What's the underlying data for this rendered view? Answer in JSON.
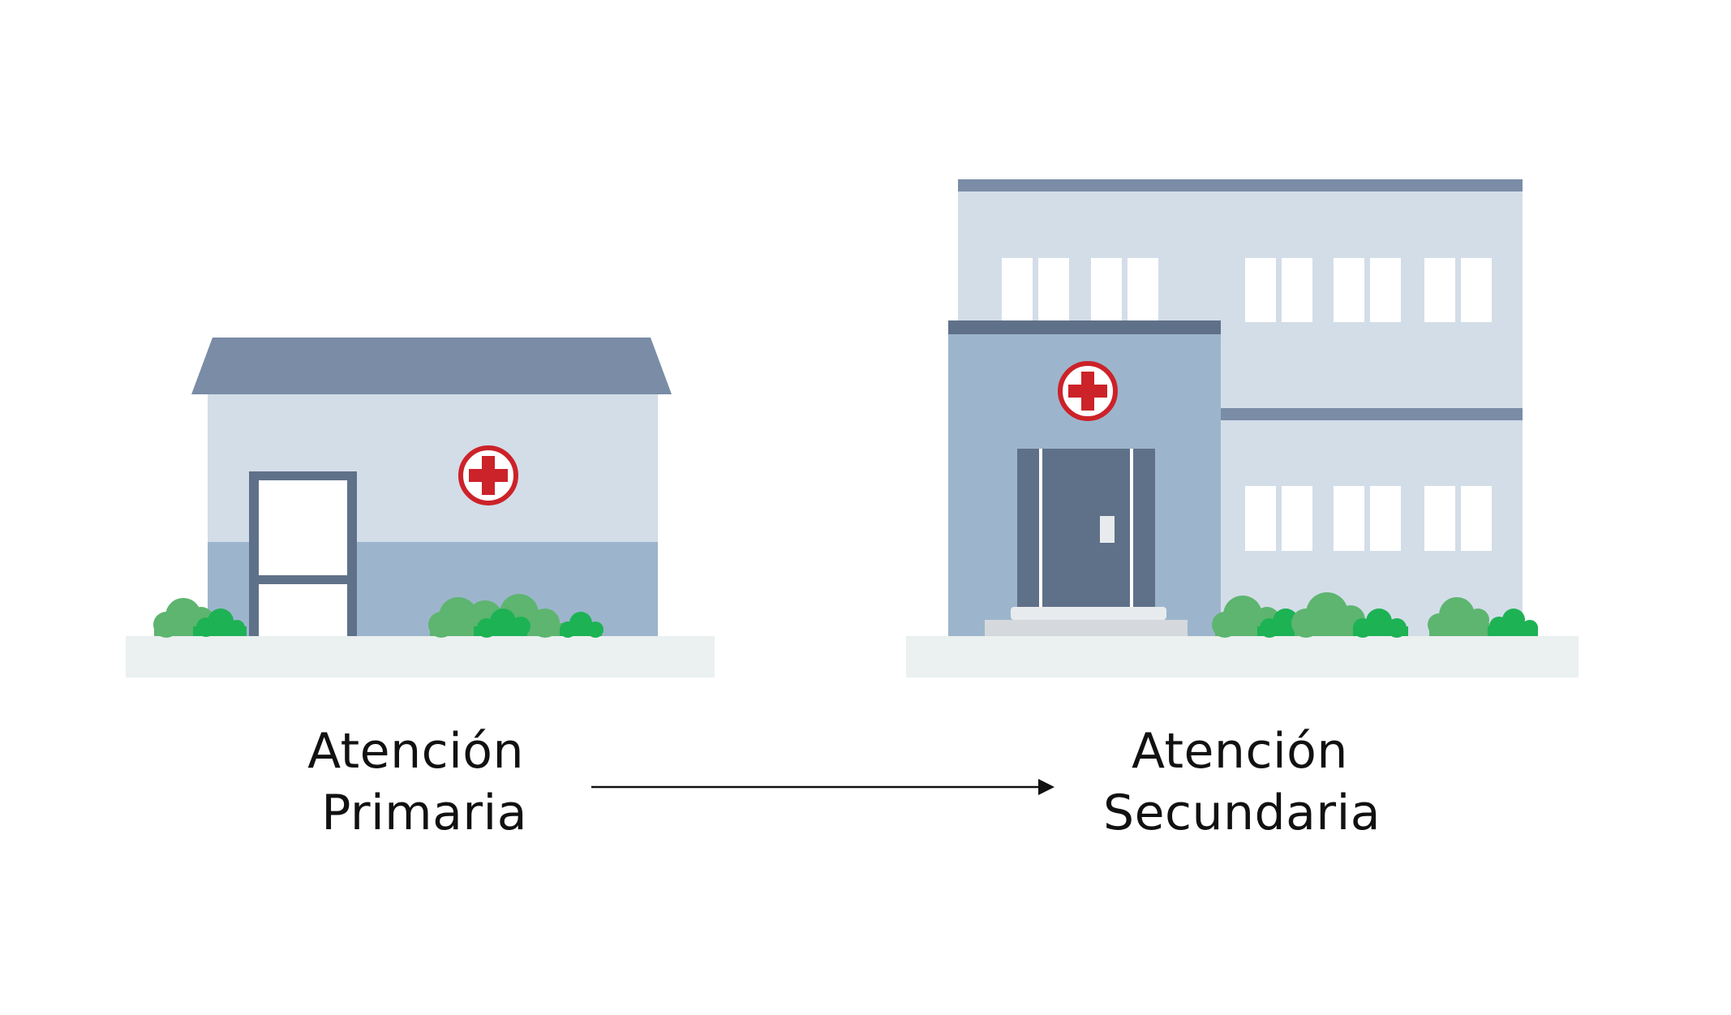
{
  "labels": {
    "primary_line1": "Atención",
    "primary_line2": "Primaria",
    "secondary_line1": "Atención",
    "secondary_line2": "Secundaria"
  },
  "colors": {
    "roof": "#7a8ca6",
    "wall_light": "#d3dde8",
    "wall_mid": "#9cb5cc",
    "frame_dark": "#5f7189",
    "ground": "#ebf0f0",
    "cross_red": "#cc2229",
    "bush_light": "#5db56f",
    "bush_dark": "#1db254",
    "step_light": "#e8ebee",
    "step_dark": "#d5d9dd",
    "arrow": "#111111"
  },
  "icons": {
    "medical_cross": "medical-cross-icon",
    "arrow": "arrow-right-icon"
  }
}
